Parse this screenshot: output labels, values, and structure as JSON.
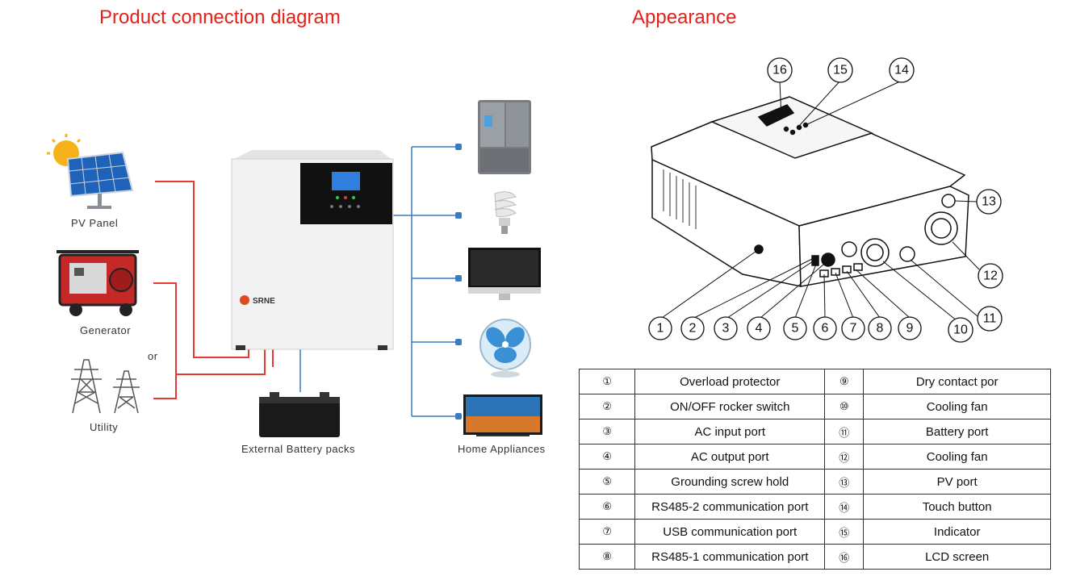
{
  "headings": {
    "left": "Product connection diagram",
    "right": "Appearance"
  },
  "connection_diagram": {
    "sources": [
      {
        "label": "PV Panel",
        "icon": "solar-panel-icon"
      },
      {
        "label": "Generator",
        "icon": "generator-icon"
      },
      {
        "label": "Utility",
        "icon": "utility-tower-icon"
      }
    ],
    "or_label": "or",
    "inverter_brand": "SRNE",
    "battery_label": "External Battery packs",
    "appliances_label": "Home Appliances",
    "appliances": [
      "refrigerator-icon",
      "light-bulb-icon",
      "monitor-icon",
      "fan-icon",
      "television-icon"
    ],
    "colors": {
      "ac_line": "#e53935",
      "dc_line": "#3a7cc2",
      "heading": "#e32119"
    }
  },
  "appearance": {
    "callouts": [
      "1",
      "2",
      "3",
      "4",
      "5",
      "6",
      "7",
      "8",
      "9",
      "10",
      "11",
      "12",
      "13",
      "14",
      "15",
      "16"
    ],
    "parts": [
      {
        "num": "①",
        "name": "Overload protector",
        "num2": "⑨",
        "name2": "Dry contact por"
      },
      {
        "num": "②",
        "name": "ON/OFF rocker switch",
        "num2": "⑩",
        "name2": "Cooling fan"
      },
      {
        "num": "③",
        "name": "AC input port",
        "num2": "⑪",
        "name2": "Battery port"
      },
      {
        "num": "④",
        "name": "AC output port",
        "num2": "⑫",
        "name2": "Cooling fan"
      },
      {
        "num": "⑤",
        "name": "Grounding screw hold",
        "num2": "⑬",
        "name2": "PV port"
      },
      {
        "num": "⑥",
        "name": "RS485-2 communication port",
        "num2": "⑭",
        "name2": "Touch button"
      },
      {
        "num": "⑦",
        "name": "USB communication port",
        "num2": "⑮",
        "name2": "Indicator"
      },
      {
        "num": "⑧",
        "name": "RS485-1 communication port",
        "num2": "⑯",
        "name2": "LCD screen"
      }
    ]
  }
}
